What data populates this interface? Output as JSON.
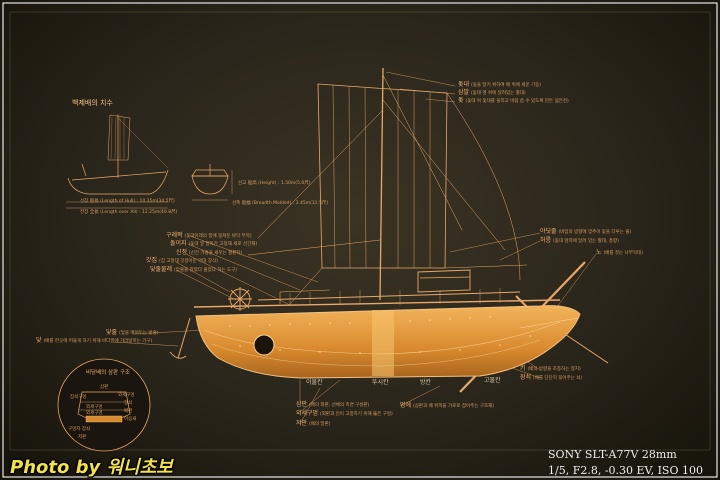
{
  "title_dimensions": "백제배의 치수",
  "dims": {
    "hull_length": "선장 船長 (Length of Hull) : 10.35m(34.5尺)",
    "overall_length": "전장 全長 (Length over All) : 12.25m(40.8尺)",
    "height": "선고 船高 (Height) : 1.50m(5.0尺)",
    "breadth": "선폭 船幅 (Breadth Molded) : 3.45m(11.5尺)"
  },
  "top_labels": [
    {
      "name": "돛대",
      "note": "(돛을 달기 위하여 배 위에 세운 기둥)"
    },
    {
      "name": "삼발",
      "note": "(돛대 옆 위에 달려있는 활대)"
    },
    {
      "name": "돛",
      "note": "(돛대 위 돛대를 올리고 바람 씀 수 있도록 만든 넓은천)"
    }
  ],
  "right_labels": [
    {
      "name": "야딧줄",
      "note": "(버텀의 방향에 맞추어 돛을 다루는 줄)"
    },
    {
      "name": "허릉",
      "note": "(돛대 앞쪽에 달려 있는 활대, 풍향)"
    },
    {
      "name": "노",
      "note": "(배를 젓는 나무막대)"
    }
  ],
  "left_labels": [
    {
      "name": "구레짝",
      "note": "(돛대아래의 밑에 뭉쳐둔 바닥 부목)"
    },
    {
      "name": "돌이지",
      "note": "(돛대 밑 말뚝간 고정재 세로 선간재)"
    },
    {
      "name": "신정",
      "note": "(신간 가룡을 세우는 평판자)"
    },
    {
      "name": "갓집",
      "note": "(집 고정대 갓걸어둔 막대 장식)"
    },
    {
      "name": "닻줄물레",
      "note": "(닻줄을 감았다 풀었다 하는 도구)"
    },
    {
      "name": "닻줄",
      "note": "(닻을 매어두는 밧줄)"
    },
    {
      "name": "닻",
      "note": "(배를 한곳에 머물게 하기 위해 바다밑에 가라앉히는 기구)"
    }
  ],
  "hull_sections": [
    "이물칸",
    "뚜시칸",
    "방칸",
    "고물칸"
  ],
  "bottom_labels": [
    {
      "name": "삼판",
      "note": "(배의 외판, 선체의 측면 구성판)"
    },
    {
      "name": "외세구멍",
      "note": "(외판과 인이 고정하기 위해 뚫은 구멍)"
    },
    {
      "name": "저판",
      "note": "(배의 밑판)"
    },
    {
      "name": "멍에",
      "note": "(삼판과 배 위쪽을 가로로 잡아주는 구조재)"
    },
    {
      "name": "키",
      "note": "(배의 방향을 조종하는 장치)"
    },
    {
      "name": "장쇠",
      "note": "(배를 단단히 묶어주는 쇠)"
    }
  ],
  "section_diagram": {
    "title": "비당배의 삼판 구조",
    "labels": [
      "장쇠구멍",
      "삼판",
      "외세구멍",
      "장쇠",
      "배판",
      "이음새",
      "외세구멍",
      "외세구멍",
      "구멍자 장쇠",
      "저판"
    ]
  },
  "camera": {
    "line1": "SONY SLT-A77V  28mm",
    "line2": "1/5, F2.8, -0.30 EV, ISO 100"
  },
  "watermark": "Photo by 워니초보",
  "colors": {
    "line": "#e8a868",
    "hull": "#e49a3a",
    "text": "#f0b070",
    "watermark": "#f4e24a"
  }
}
